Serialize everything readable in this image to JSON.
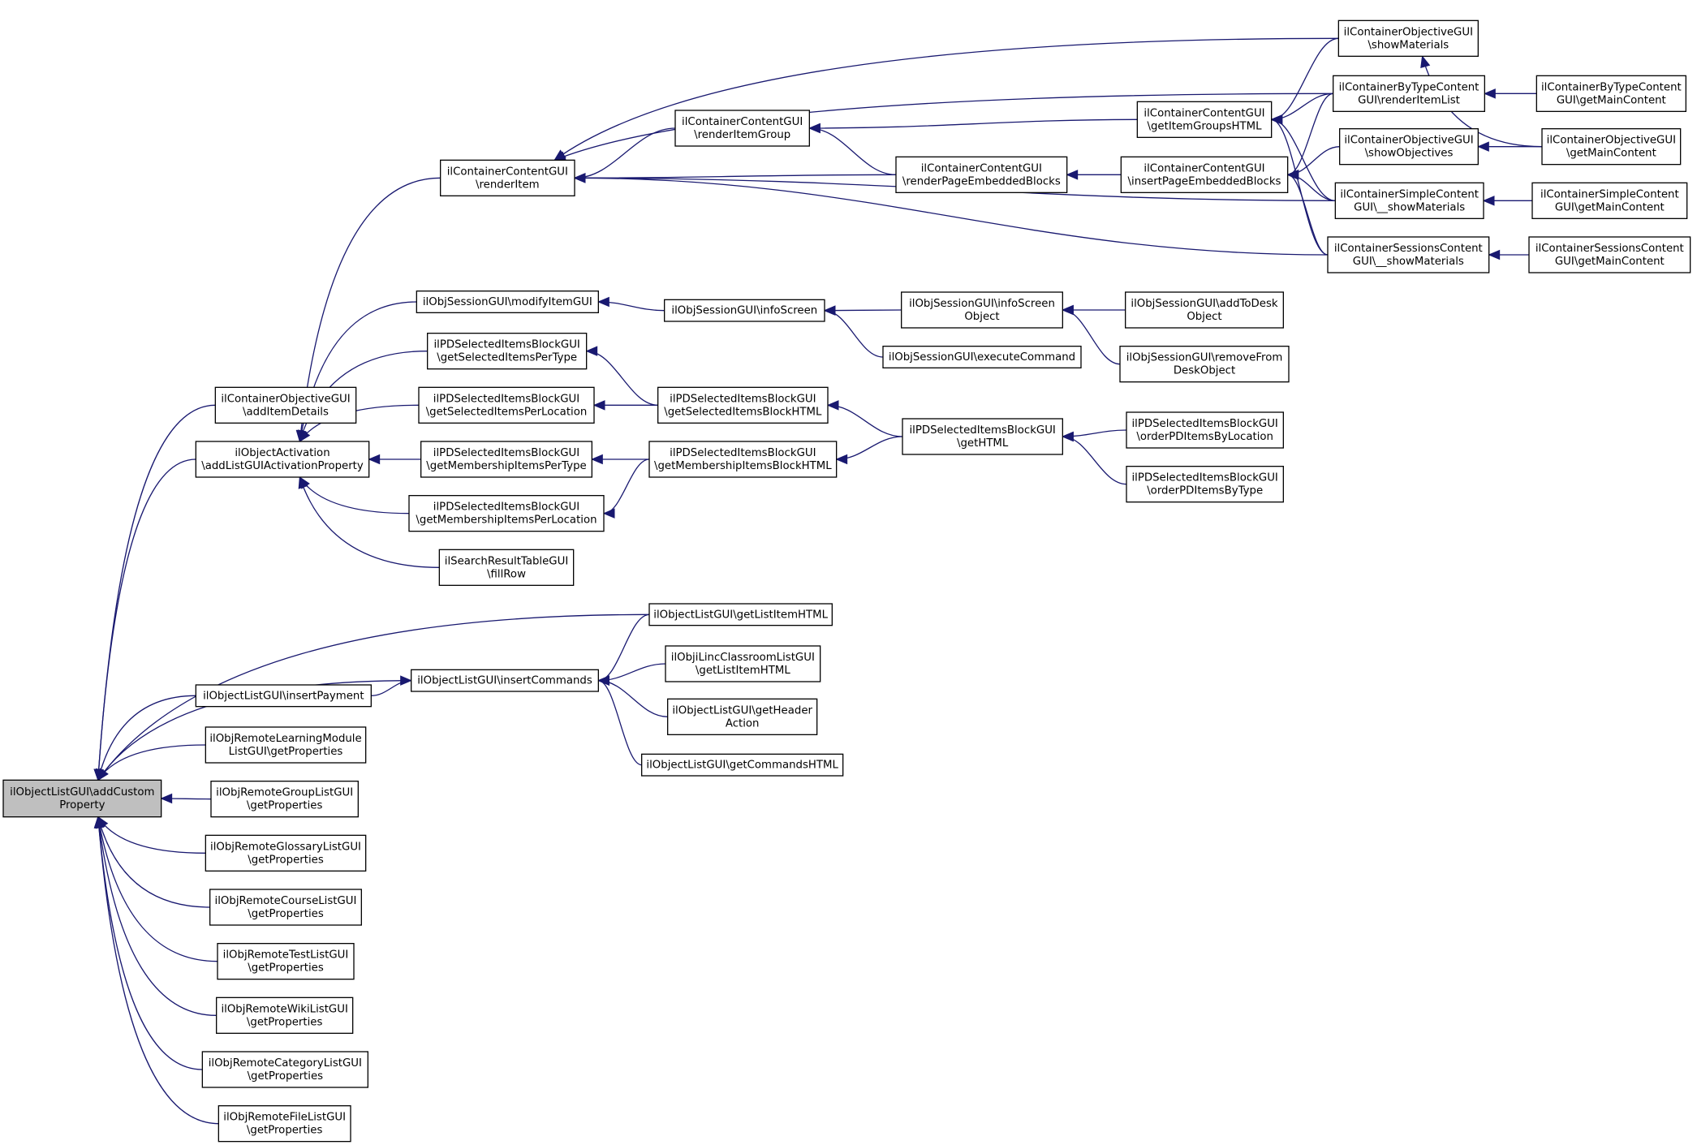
{
  "graph": {
    "edge_color": "#191970",
    "root_fill": "#bfbfbf",
    "nodes": [
      {
        "id": "root",
        "lines": [
          "ilObjectListGUI\\addCustom",
          "Property"
        ],
        "root": true
      },
      {
        "id": "cogAdd",
        "lines": [
          "ilContainerObjectiveGUI",
          "\\addItemDetails"
        ]
      },
      {
        "id": "oaAdd",
        "lines": [
          "ilObjectActivation",
          "\\addListGUIActivationProperty"
        ]
      },
      {
        "id": "olGetHTML",
        "lines": [
          "ilObjectListGUI\\getListItemHTML"
        ]
      },
      {
        "id": "olInsPay",
        "lines": [
          "ilObjectListGUI\\insertPayment"
        ]
      },
      {
        "id": "olInsCmd",
        "lines": [
          "ilObjectListGUI\\insertCommands"
        ]
      },
      {
        "id": "rlm",
        "lines": [
          "ilObjRemoteLearningModule",
          "ListGUI\\getProperties"
        ]
      },
      {
        "id": "rgrp",
        "lines": [
          "ilObjRemoteGroupListGUI",
          "\\getProperties"
        ]
      },
      {
        "id": "rglo",
        "lines": [
          "ilObjRemoteGlossaryListGUI",
          "\\getProperties"
        ]
      },
      {
        "id": "rcrs",
        "lines": [
          "ilObjRemoteCourseListGUI",
          "\\getProperties"
        ]
      },
      {
        "id": "rtst",
        "lines": [
          "ilObjRemoteTestListGUI",
          "\\getProperties"
        ]
      },
      {
        "id": "rwiki",
        "lines": [
          "ilObjRemoteWikiListGUI",
          "\\getProperties"
        ]
      },
      {
        "id": "rcat",
        "lines": [
          "ilObjRemoteCategoryListGUI",
          "\\getProperties"
        ]
      },
      {
        "id": "rfile",
        "lines": [
          "ilObjRemoteFileListGUI",
          "\\getProperties"
        ]
      },
      {
        "id": "ccRender",
        "lines": [
          "ilContainerContentGUI",
          "\\renderItem"
        ]
      },
      {
        "id": "sessMod",
        "lines": [
          "ilObjSessionGUI\\modifyItemGUI"
        ]
      },
      {
        "id": "pdSelType",
        "lines": [
          "ilPDSelectedItemsBlockGUI",
          "\\getSelectedItemsPerType"
        ]
      },
      {
        "id": "pdSelLoc",
        "lines": [
          "ilPDSelectedItemsBlockGUI",
          "\\getSelectedItemsPerLocation"
        ]
      },
      {
        "id": "pdMemType",
        "lines": [
          "ilPDSelectedItemsBlockGUI",
          "\\getMembershipItemsPerType"
        ]
      },
      {
        "id": "pdMemLoc",
        "lines": [
          "ilPDSelectedItemsBlockGUI",
          "\\getMembershipItemsPerLocation"
        ]
      },
      {
        "id": "srFill",
        "lines": [
          "ilSearchResultTableGUI",
          "\\fillRow"
        ]
      },
      {
        "id": "ccGroup",
        "lines": [
          "ilContainerContentGUI",
          "\\renderItemGroup"
        ]
      },
      {
        "id": "ccEmb",
        "lines": [
          "ilContainerContentGUI",
          "\\renderPageEmbeddedBlocks"
        ]
      },
      {
        "id": "sessInfo",
        "lines": [
          "ilObjSessionGUI\\infoScreen"
        ]
      },
      {
        "id": "pdSelHTML",
        "lines": [
          "ilPDSelectedItemsBlockGUI",
          "\\getSelectedItemsBlockHTML"
        ]
      },
      {
        "id": "pdMemHTML",
        "lines": [
          "ilPDSelectedItemsBlockGUI",
          "\\getMembershipItemsBlockHTML"
        ]
      },
      {
        "id": "ccGroupsHTML",
        "lines": [
          "ilContainerContentGUI",
          "\\getItemGroupsHTML"
        ]
      },
      {
        "id": "ccInsEmb",
        "lines": [
          "ilContainerContentGUI",
          "\\insertPageEmbeddedBlocks"
        ]
      },
      {
        "id": "sessInfoObj",
        "lines": [
          "ilObjSessionGUI\\infoScreen",
          "Object"
        ]
      },
      {
        "id": "sessExec",
        "lines": [
          "ilObjSessionGUI\\executeCommand"
        ]
      },
      {
        "id": "pdHTML",
        "lines": [
          "ilPDSelectedItemsBlockGUI",
          "\\getHTML"
        ]
      },
      {
        "id": "cogShowMat",
        "lines": [
          "ilContainerObjectiveGUI",
          "\\showMaterials"
        ]
      },
      {
        "id": "cbtRender",
        "lines": [
          "ilContainerByTypeContent",
          "GUI\\renderItemList"
        ]
      },
      {
        "id": "cogShowObj",
        "lines": [
          "ilContainerObjectiveGUI",
          "\\showObjectives"
        ]
      },
      {
        "id": "csShowMat",
        "lines": [
          "ilContainerSimpleContent",
          "GUI\\__showMaterials"
        ]
      },
      {
        "id": "csessShowMat",
        "lines": [
          "ilContainerSessionsContent",
          "GUI\\__showMaterials"
        ]
      },
      {
        "id": "sessAddDesk",
        "lines": [
          "ilObjSessionGUI\\addToDesk",
          "Object"
        ]
      },
      {
        "id": "sessRemDesk",
        "lines": [
          "ilObjSessionGUI\\removeFrom",
          "DeskObject"
        ]
      },
      {
        "id": "pdOrdLoc",
        "lines": [
          "ilPDSelectedItemsBlockGUI",
          "\\orderPDItemsByLocation"
        ]
      },
      {
        "id": "pdOrdType",
        "lines": [
          "ilPDSelectedItemsBlockGUI",
          "\\orderPDItemsByType"
        ]
      },
      {
        "id": "cbtMain",
        "lines": [
          "ilContainerByTypeContent",
          "GUI\\getMainContent"
        ]
      },
      {
        "id": "cogMain",
        "lines": [
          "ilContainerObjectiveGUI",
          "\\getMainContent"
        ]
      },
      {
        "id": "csMain",
        "lines": [
          "ilContainerSimpleContent",
          "GUI\\getMainContent"
        ]
      },
      {
        "id": "csessMain",
        "lines": [
          "ilContainerSessionsContent",
          "GUI\\getMainContent"
        ]
      },
      {
        "id": "olGetHTML2",
        "lines": [
          "ilObjectListGUI\\getListItemHTML"
        ]
      },
      {
        "id": "lincHTML",
        "lines": [
          "ilObjiLincClassroomListGUI",
          "\\getListItemHTML"
        ]
      },
      {
        "id": "olHeader",
        "lines": [
          "ilObjectListGUI\\getHeader",
          "Action"
        ]
      },
      {
        "id": "olCmdHTML",
        "lines": [
          "ilObjectListGUI\\getCommandsHTML"
        ]
      }
    ]
  }
}
